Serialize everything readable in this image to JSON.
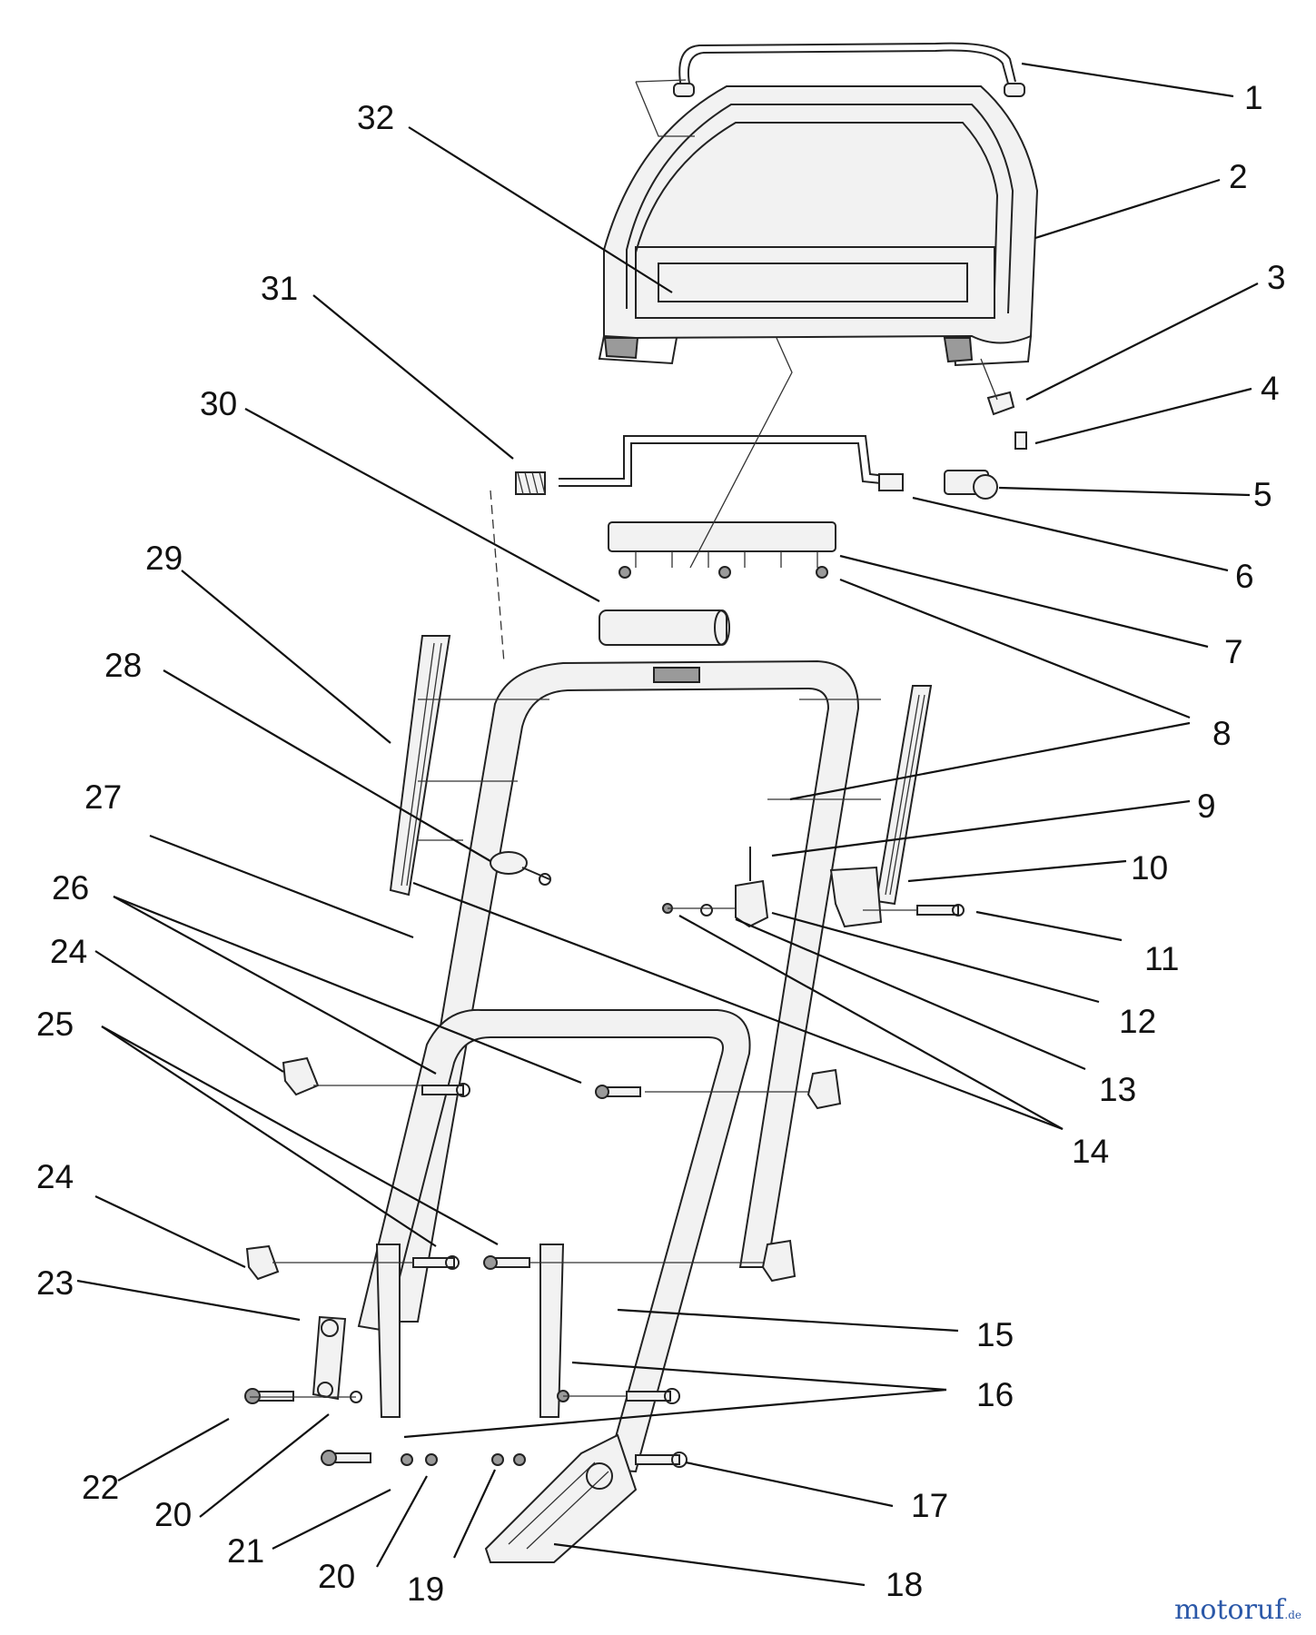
{
  "part_labels": [
    "1",
    "2",
    "3",
    "4",
    "5",
    "6",
    "7",
    "8",
    "9",
    "10",
    "11",
    "12",
    "13",
    "14",
    "15",
    "16",
    "17",
    "18",
    "19",
    "20",
    "21",
    "22",
    "23",
    "24",
    "25",
    "26",
    "27",
    "28",
    "29",
    "30",
    "31",
    "32"
  ],
  "label_24b": "24",
  "label_20b": "20",
  "watermark": {
    "brand_main": "motoruf",
    "brand_suffix": ".de",
    "color_primary": "#2b58a8",
    "color_accent": "#e05a1a"
  }
}
